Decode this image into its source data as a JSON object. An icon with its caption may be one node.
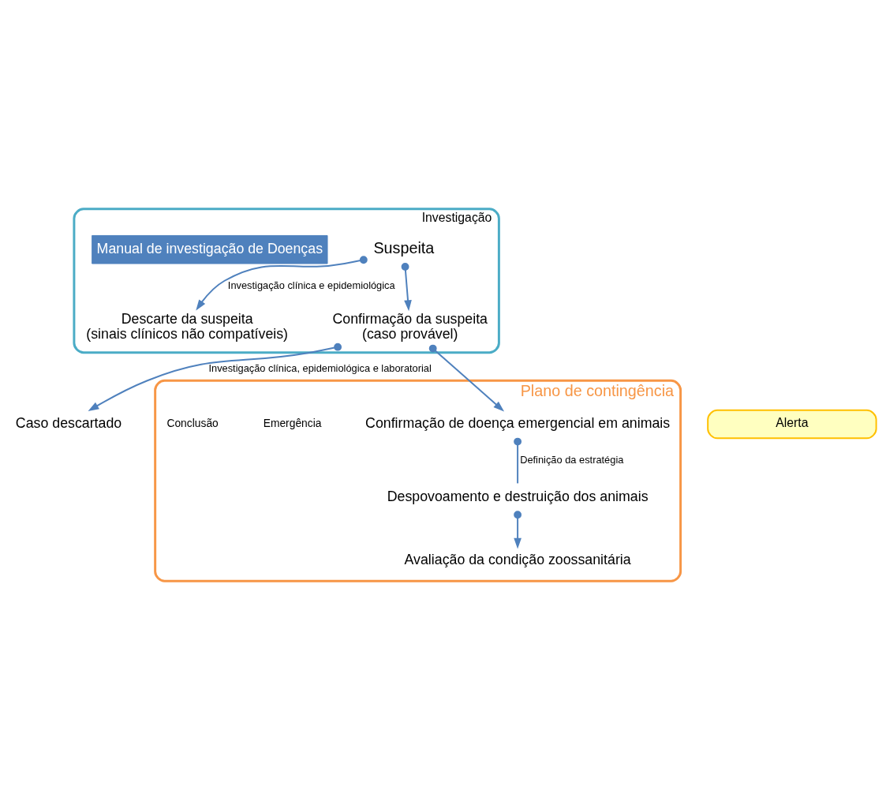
{
  "diagram": {
    "nodes": [
      {
        "text": [
          "Investigação"
        ]
      },
      {
        "text": [
          "Suspeita"
        ],
        "in": 0
      },
      {
        "text": [
          "Manual de investigação de Doenças"
        ],
        "in": 0
      },
      {
        "text": [
          "Descarte da suspeita",
          "(sinais clínicos não compatíveis)"
        ],
        "in": 0
      },
      {
        "text": [
          "Confirmação da suspeita",
          "(caso provável)"
        ],
        "in": 0
      },
      {
        "text": [
          "Alerta"
        ]
      },
      {
        "text": [
          "Caso descartado"
        ]
      },
      {
        "text": [
          "Plano de contingência"
        ]
      },
      {
        "text": [
          "Confirmação de doença emergencial em animais"
        ],
        "in": 7
      },
      {
        "text": [
          "Despovoamento e destruição dos animais"
        ],
        "in": 7
      },
      {
        "text": [
          "Avaliação da condição zoossanitária"
        ],
        "in": 7
      }
    ],
    "edges": [
      {
        "from": 1,
        "to": 3,
        "arrow": "to",
        "label": "Investigação clínica e epidemiológica"
      },
      {
        "from": 1,
        "to": 4,
        "arrow": "to"
      },
      {
        "from": 4,
        "to": 6,
        "arrow": "to",
        "label": "Investigação clínica, epidemiológica e laboratorial"
      },
      {
        "from": 4,
        "to": 8,
        "arrow": "to"
      },
      {
        "from": 8,
        "to": 9,
        "arrow": "other",
        "label": "Definição da estratégia"
      },
      {
        "from": 9,
        "to": 10,
        "arrow": "to"
      }
    ],
    "labels": [
      "Emergência",
      "Conclusão"
    ]
  }
}
